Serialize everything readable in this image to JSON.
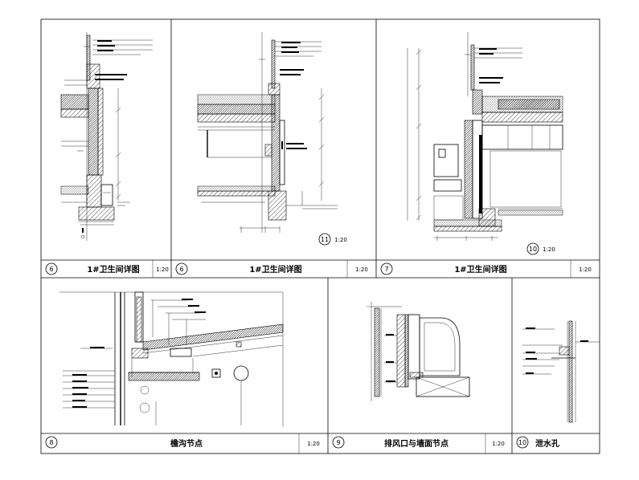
{
  "panels": [
    {
      "number": "6",
      "title": "1#卫生间详图",
      "scale": "1:20"
    },
    {
      "number": "6",
      "title": "1#卫生间详图",
      "scale": "1:20"
    },
    {
      "number": "7",
      "title": "1#卫生间详图",
      "scale": "1:20"
    },
    {
      "number": "8",
      "title": "檐沟节点",
      "scale": "1:20"
    },
    {
      "number": "9",
      "title": "排风口与墙面节点",
      "scale": "1:20"
    },
    {
      "number": "10",
      "title": "泄水孔",
      "scale": ""
    }
  ],
  "callouts": [
    {
      "number": "11",
      "scale": "1:20"
    },
    {
      "number": "10",
      "scale": "1:20"
    }
  ]
}
